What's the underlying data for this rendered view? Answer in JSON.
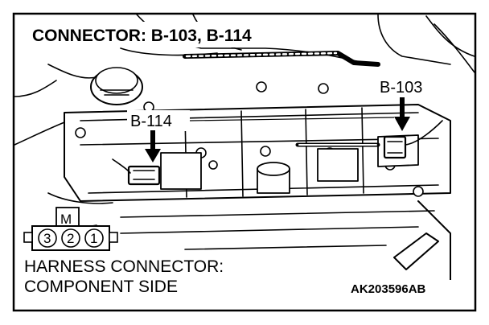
{
  "title": "CONNECTOR: B-103, B-114",
  "callouts": {
    "b103": "B-103",
    "b114": "B-114"
  },
  "connector_diagram": {
    "marker": "M",
    "pins": [
      "3",
      "2",
      "1"
    ]
  },
  "caption": {
    "line1": "HARNESS CONNECTOR:",
    "line2": "COMPONENT SIDE"
  },
  "figure_code": "AK203596AB",
  "colors": {
    "ink": "#000000",
    "paper": "#ffffff",
    "shade": "#cfcfcf"
  }
}
